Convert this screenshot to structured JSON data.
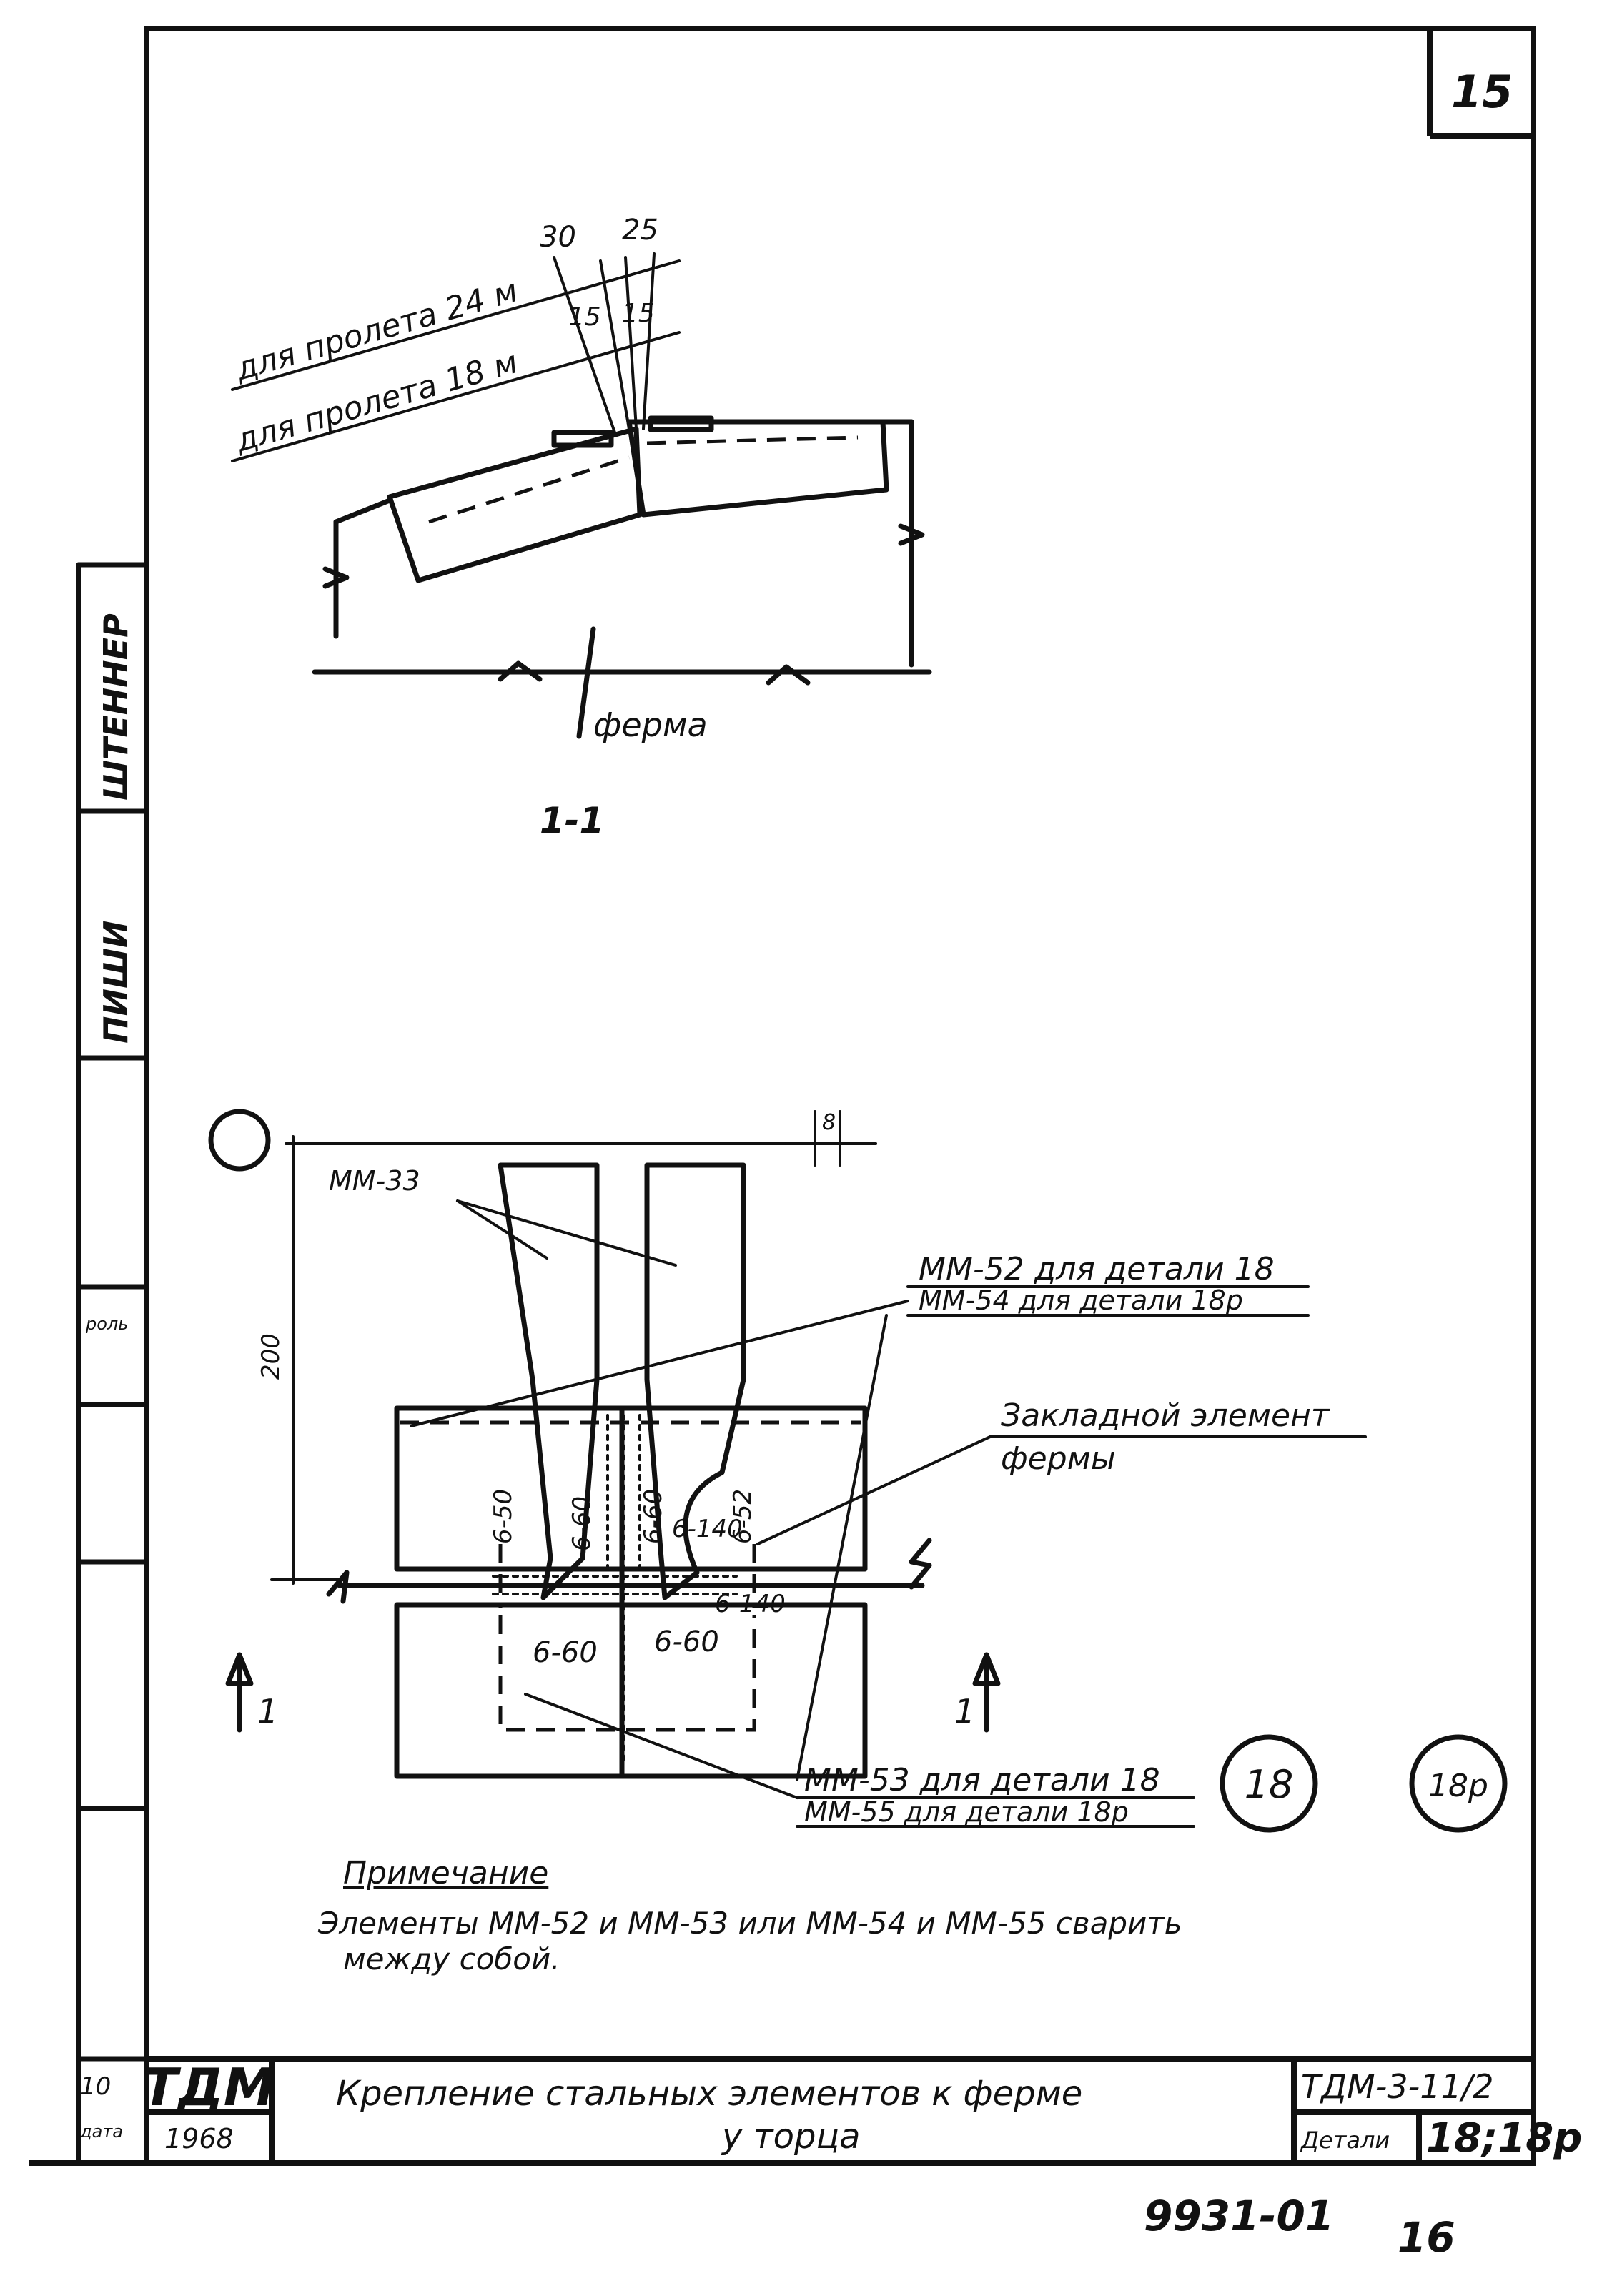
{
  "sheet_number": "15",
  "section_view": {
    "label_span_24": "для пролета 24 м",
    "label_span_18": "для пролета 18 м",
    "dim_30": "30",
    "dim_25": "25",
    "dim_15a": "15",
    "dim_15b": "15",
    "truss_label": "ферма",
    "section_label": "1-1"
  },
  "plan_view": {
    "element_mm33": "ММ-33",
    "callout_mm52": "ММ-52 для детали 18",
    "callout_mm54": "ММ-54 для детали 18р",
    "embedded_line1": "Закладной элемент",
    "embedded_line2": "фермы",
    "dim_height": "200",
    "dim_top": "8",
    "weld_left_outer": "6-50",
    "weld_left_inner": "6-60",
    "weld_right_inner": "6-60",
    "weld_right_outer": "6-52",
    "weld_140a": "6-140",
    "weld_140b": "6-140",
    "weld_bottom_left": "6-60",
    "weld_bottom_right": "6-60",
    "section_mark_left": "1",
    "section_mark_right": "1",
    "callout_mm53": "ММ-53 для детали 18",
    "callout_mm55": "ММ-55 для детали 18р",
    "detail_circle_1": "18",
    "detail_circle_2": "18р"
  },
  "note": {
    "heading": "Примечание",
    "line1": "Элементы ММ-52 и ММ-53 или ММ-54 и ММ-55 сварить",
    "line2": "между собой."
  },
  "title_block": {
    "org": "ТДМ",
    "year": "1968",
    "title_line1": "Крепление стальных элементов к ферме",
    "title_line2": "у торца",
    "doc_code": "ТДМ-3-11/2",
    "detail_label": "Детали",
    "detail_value": "18;18р"
  },
  "side_stamp": {
    "name_upper": "ШТЕННЕР",
    "name_lower": "ПИШИ",
    "role_label": "роль",
    "date_label": "дата",
    "value_10": "10"
  },
  "footer": {
    "archive_number": "9931-01",
    "page_number": "16"
  }
}
